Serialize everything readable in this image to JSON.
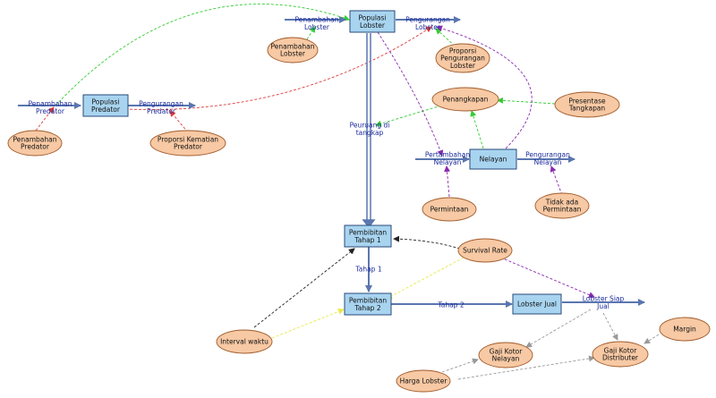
{
  "colors": {
    "stock_fill": "#a8d4f0",
    "stock_stroke": "#2a4a7a",
    "aux_fill": "#f7c9a4",
    "aux_stroke": "#a05a2a",
    "flow": "#5a76b0",
    "flow_label": "#1a2a9a",
    "link_green": "#33cc33",
    "link_red": "#e03a3a",
    "link_purple": "#8a2ab0",
    "link_black": "#222222",
    "link_yellow": "#e8e84a",
    "link_gray": "#999999"
  },
  "stocks": {
    "populasi_lobster": [
      "Populasi",
      "Lobster"
    ],
    "populasi_predator": [
      "Populasi",
      "Predator"
    ],
    "nelayan": [
      "Nelayan"
    ],
    "pembibitan_1": [
      "Pembibitan",
      "Tahap 1"
    ],
    "pembibitan_2": [
      "Pembibitan",
      "Tahap 2"
    ],
    "lobster_jual": [
      "Lobster Jual"
    ]
  },
  "flows": {
    "penambahan_lobster": [
      "Penambahan",
      "Lobster"
    ],
    "pengurangan_lobster": [
      "Pengurangan",
      "Lobster"
    ],
    "penambahan_predator": [
      "Penambahan",
      "Predator"
    ],
    "pengurangan_predator": [
      "Pengurangan",
      "Predator"
    ],
    "peluang_tangkap": [
      "Peuruang di",
      "tangkap"
    ],
    "pertambahan_nelayan": [
      "Pertambahan",
      "Nelayan"
    ],
    "pengurangan_nelayan": [
      "Pengurangan",
      "Nelayan"
    ],
    "tahap1": [
      "Tahap 1"
    ],
    "tahap2": [
      "Tahap 2"
    ],
    "lobster_siap_jual": [
      "Lobster Siap",
      "Jual"
    ]
  },
  "auxiliaries": {
    "penambahan_lobster": [
      "Penambahan",
      "Lobster"
    ],
    "proporsi_pengurangan_lobster": [
      "Proporsi",
      "Pengurangan",
      "Lobster"
    ],
    "penangkapan": [
      "Penangkapan"
    ],
    "presentase_tangkapan": [
      "Presentase",
      "Tangkapan"
    ],
    "penambahan_predator": [
      "Penambahan",
      "Predator"
    ],
    "proporsi_kematian_predator": [
      "Proporsi Kematian",
      "Predator"
    ],
    "permintaan": [
      "Permintaan"
    ],
    "tidak_ada_permintaan": [
      "Tidak ada",
      "Permintaan"
    ],
    "survival_rate": [
      "Survival Rate"
    ],
    "interval_waktu": [
      "Interval waktu"
    ],
    "gaji_kotor_nelayan": [
      "Gaji Kotor",
      "Nelayan"
    ],
    "gaji_kotor_distributer": [
      "Gaji Kotor",
      "Distributer"
    ],
    "margin": [
      "Margin"
    ],
    "harga_lobster": [
      "Harga Lobster"
    ]
  }
}
